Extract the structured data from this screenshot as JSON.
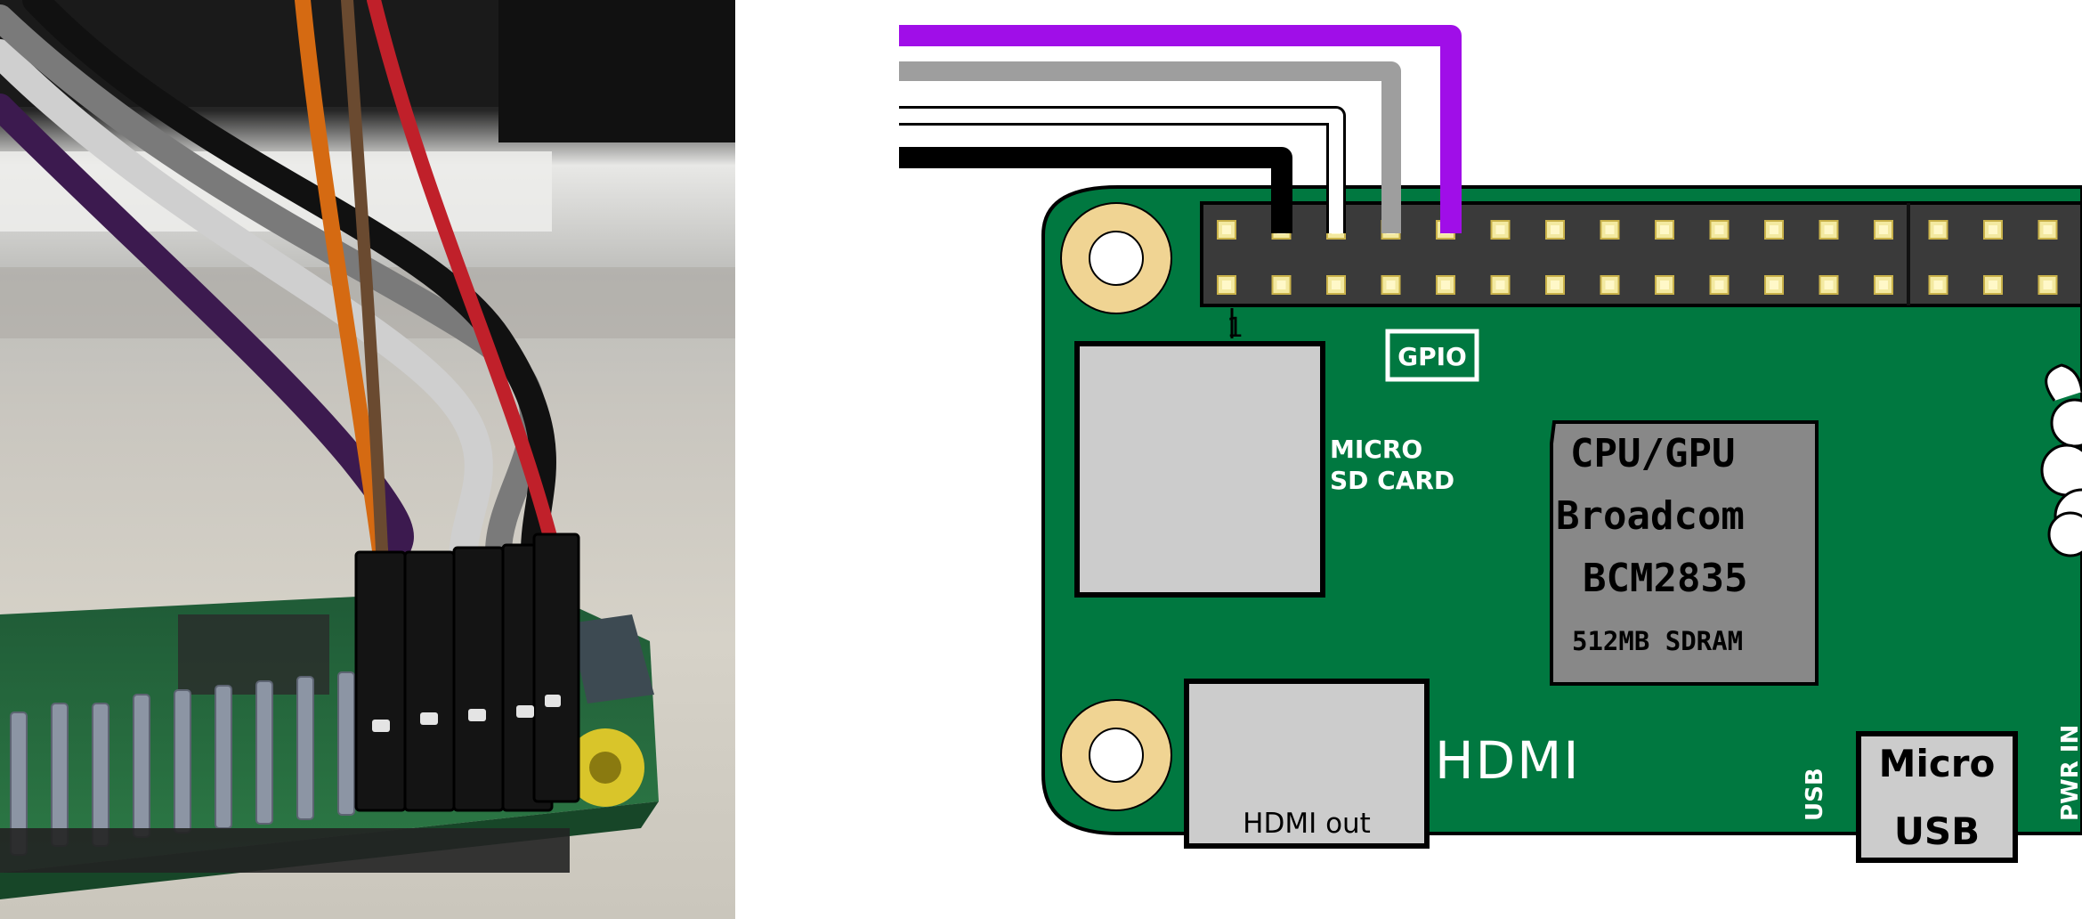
{
  "board": {
    "pin1_label": "1",
    "gpio_label": "GPIO",
    "sd_label_line1": "MICRO",
    "sd_label_line2": "SD CARD",
    "cpu_line1": "CPU/GPU",
    "cpu_line2": "Broadcom",
    "cpu_line3": "BCM2835",
    "cpu_line4": "512MB  SDRAM",
    "hdmi_label": "HDMI",
    "hdmi_port_label": "HDMI out",
    "usb_vertical_label": "USB",
    "micro_usb_line1": "Micro",
    "micro_usb_line2": "USB",
    "power_vertical_label_partial": "PWR IN"
  },
  "colors": {
    "pcb_green": "#007840",
    "header_dark": "#3a3a3a",
    "pin_yellow": "#f3e9a0",
    "mount_hole_ring": "#f0d493",
    "wire_purple": "#a00ee8",
    "wire_gray": "#9e9e9e",
    "wire_white": "#ffffff",
    "wire_black": "#000000"
  },
  "wires": [
    {
      "color": "purple"
    },
    {
      "color": "gray"
    },
    {
      "color": "white"
    },
    {
      "color": "black"
    }
  ]
}
